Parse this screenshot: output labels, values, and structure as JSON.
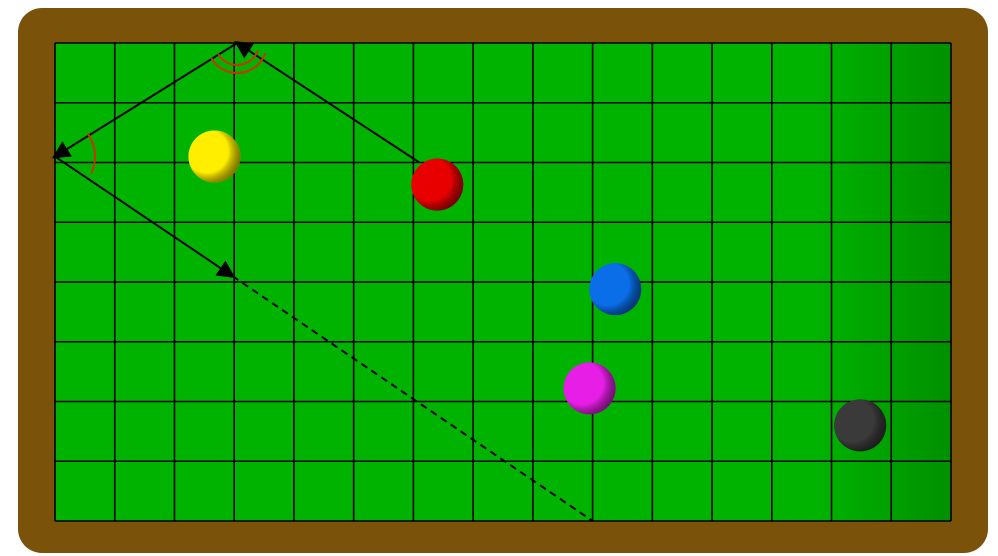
{
  "table": {
    "rail_color": "#7a5209",
    "felt_color": "#00b300",
    "felt_edge_color": "#009000",
    "grid_line_color": "#000000",
    "grid_columns": 15,
    "grid_rows": 8
  },
  "balls": [
    {
      "name": "yellow-ball",
      "color": "#ffee00",
      "col": 2.67,
      "row": 1.9
    },
    {
      "name": "red-ball",
      "color": "#e80000",
      "col": 6.4,
      "row": 2.37
    },
    {
      "name": "blue-ball",
      "color": "#0a6ee8",
      "col": 9.38,
      "row": 4.12
    },
    {
      "name": "magenta-ball",
      "color": "#e61ee6",
      "col": 8.95,
      "row": 5.78
    },
    {
      "name": "black-ball",
      "color": "#3a3a3a",
      "col": 13.48,
      "row": 6.4
    }
  ],
  "shot_path": {
    "line_color": "#000000",
    "angle_arc_color": "#cc3300",
    "solid_points": [
      [
        6.1,
        2.0
      ],
      [
        3.05,
        0
      ],
      [
        0,
        1.9
      ],
      [
        2.97,
        3.9
      ]
    ],
    "dashed_points": [
      [
        2.97,
        3.9
      ],
      [
        9.0,
        8.0
      ]
    ]
  }
}
